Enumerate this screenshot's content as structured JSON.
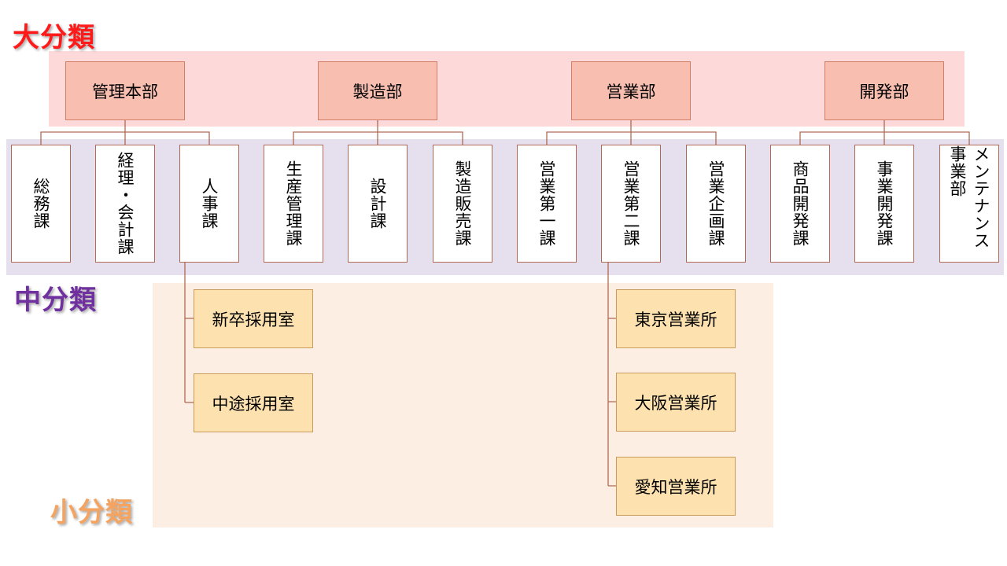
{
  "level_labels": {
    "major": "大分類",
    "middle": "中分類",
    "minor": "小分類"
  },
  "major_departments": [
    "管理本部",
    "製造部",
    "営業部",
    "開発部"
  ],
  "sections": [
    "総務課",
    "経理・会計課",
    "人事課",
    "生産管理課",
    "設計課",
    "製造販売課",
    "営業第一課",
    "営業第二課",
    "営業企画課",
    "商品開発課",
    "事業開発課",
    "メンテナンス事業部"
  ],
  "sub_units": {
    "hr": [
      "新卒採用室",
      "中途採用室"
    ],
    "sales2": [
      "東京営業所",
      "大阪営業所",
      "愛知営業所"
    ]
  },
  "colors": {
    "major_label": "#ff1a1a",
    "middle_label": "#7030a0",
    "minor_label": "#f4a460",
    "major_node_fill": "#f8bfb0",
    "minor_node_fill": "#fde2b0",
    "connector": "#b06a55"
  }
}
